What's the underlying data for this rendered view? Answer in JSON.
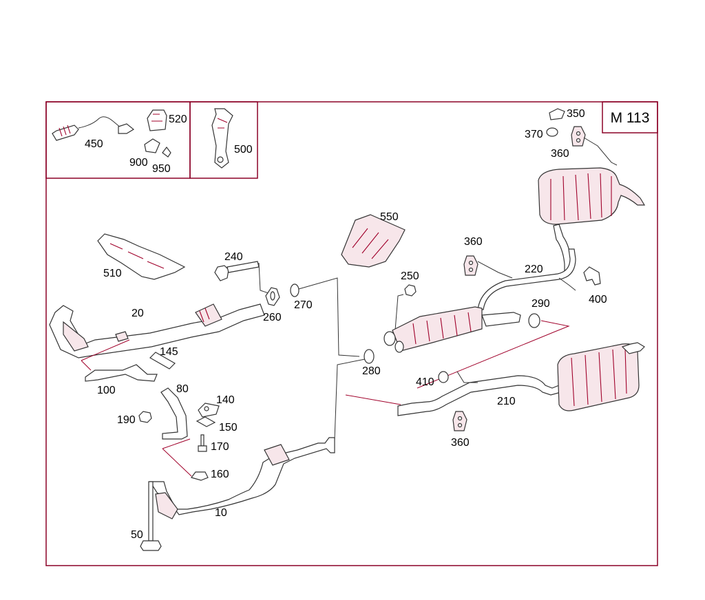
{
  "diagram": {
    "model_code": "M 113",
    "colors": {
      "frame": "#8b0026",
      "accent": "#a0002a",
      "line": "#333333"
    },
    "parts": {
      "p450": "450",
      "p520": "520",
      "p900": "900",
      "p950": "950",
      "p500": "500",
      "p350": "350",
      "p370": "370",
      "p360a": "360",
      "p550": "550",
      "p360b": "360",
      "p220": "220",
      "p400": "400",
      "p510": "510",
      "p240": "240",
      "p250": "250",
      "p290": "290",
      "p20": "20",
      "p260": "260",
      "p270": "270",
      "p145": "145",
      "p280": "280",
      "p100": "100",
      "p410": "410",
      "p210": "210",
      "p80": "80",
      "p140": "140",
      "p190": "190",
      "p150": "150",
      "p360c": "360",
      "p170": "170",
      "p160": "160",
      "p10": "10",
      "p50": "50"
    }
  }
}
